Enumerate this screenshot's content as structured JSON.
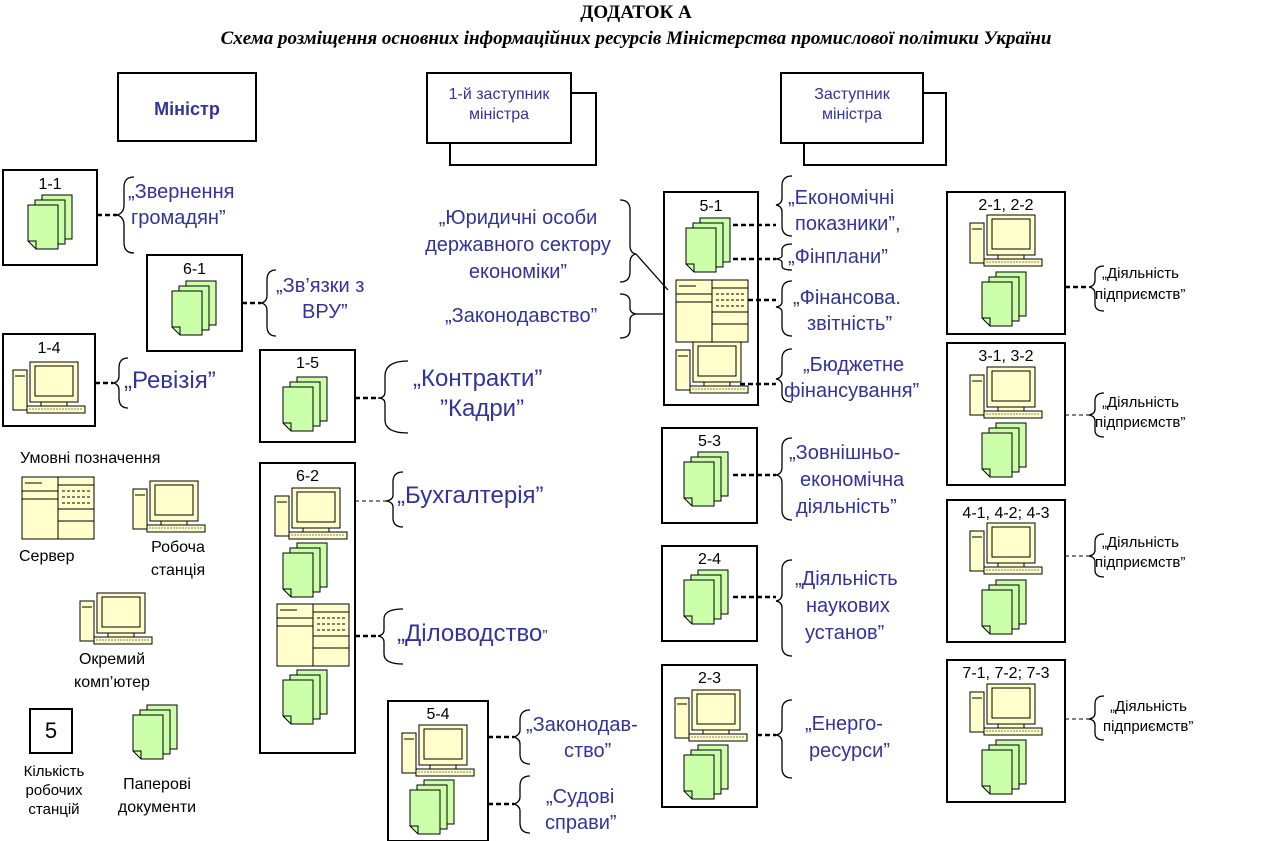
{
  "header": {
    "title": "ДОДАТОК А",
    "subtitle": "Схема розміщення основних інформаційних ресурсів Міністерства промислової політики України"
  },
  "roles": {
    "minister": "Міністр",
    "first_deputy_l1": "1-й заступник",
    "first_deputy_l2": "міністра",
    "deputy_l1": "Заступник",
    "deputy_l2": "міністра"
  },
  "boxes": {
    "b1_1": "1-1",
    "b6_1": "6-1",
    "b1_4": "1-4",
    "b1_5": "1-5",
    "b6_2": "6-2",
    "b5_4": "5-4",
    "b5_1": "5-1",
    "b5_3": "5-3",
    "b2_4": "2-4",
    "b2_3": "2-3",
    "b2_1": "2-1, 2-2",
    "b3_1": "3-1, 3-2",
    "b4_1": "4-1, 4-2; 4-3",
    "b7_1": "7-1, 7-2; 7-3"
  },
  "resources": {
    "zvernennia_l1": "„Звернення",
    "zvernennia_l2": "громадян”",
    "zviazky_l1": "„Зв’язки з",
    "zviazky_l2": "ВРУ”",
    "reviziia": "„Ревізія”",
    "kontrakty": "„Контракти”",
    "kadry": "”Кадри”",
    "bukhgalteriia": "„Бухгалтерія”",
    "dilovodstvo": "„Діловодство",
    "dilovodstvo_q": "”",
    "zakonodavstvo54_l1": "„Законодав-",
    "zakonodavstvo54_l2": "ство”",
    "sudovi_l1": "„Судові",
    "sudovi_l2": "справи”",
    "yurydychni_l1": "„Юридичні особи",
    "yurydychni_l2": "державного сектору",
    "yurydychni_l3": "економіки”",
    "zakonodavstvo": "„Законодавство”",
    "ekonomichni_l1": "„Економічні",
    "ekonomichni_l2": "показники”,",
    "finplany": "„Фінплани”",
    "finansova_l1": "„Фінансова.",
    "finansova_l2": "звітність”",
    "biudzhetne_l1": "„Бюджетне",
    "biudzhetne_l2": "фінансування”",
    "zovnishnio_l1": "„Зовнішньо-",
    "zovnishnio_l2": "економічна",
    "zovnishnio_l3": "діяльність”",
    "naukovykh_l1": "„Діяльність",
    "naukovykh_l2": "наукових",
    "naukovykh_l3": "установ”",
    "enerho_l1": "„Енерго-",
    "enerho_l2": "ресурси”",
    "pidpryiemstv_l1": "„Діяльність",
    "pidpryiemstv_l2": "підприємств”"
  },
  "legend": {
    "title": "Умовні позначення",
    "server": "Сервер",
    "workstation_l1": "Робоча",
    "workstation_l2": "станція",
    "pc_l1": "Окремий",
    "pc_l2": "комп’ютер",
    "count_value": "5",
    "count_l1": "Кількість",
    "count_l2": "робочих",
    "count_l3": "станцій",
    "paper_l1": "Паперові",
    "paper_l2": "документи"
  },
  "colors": {
    "text_blue": "#333399",
    "paper_fill": "#ccffaa",
    "device_fill": "#ffffcc",
    "stroke": "#000000"
  }
}
